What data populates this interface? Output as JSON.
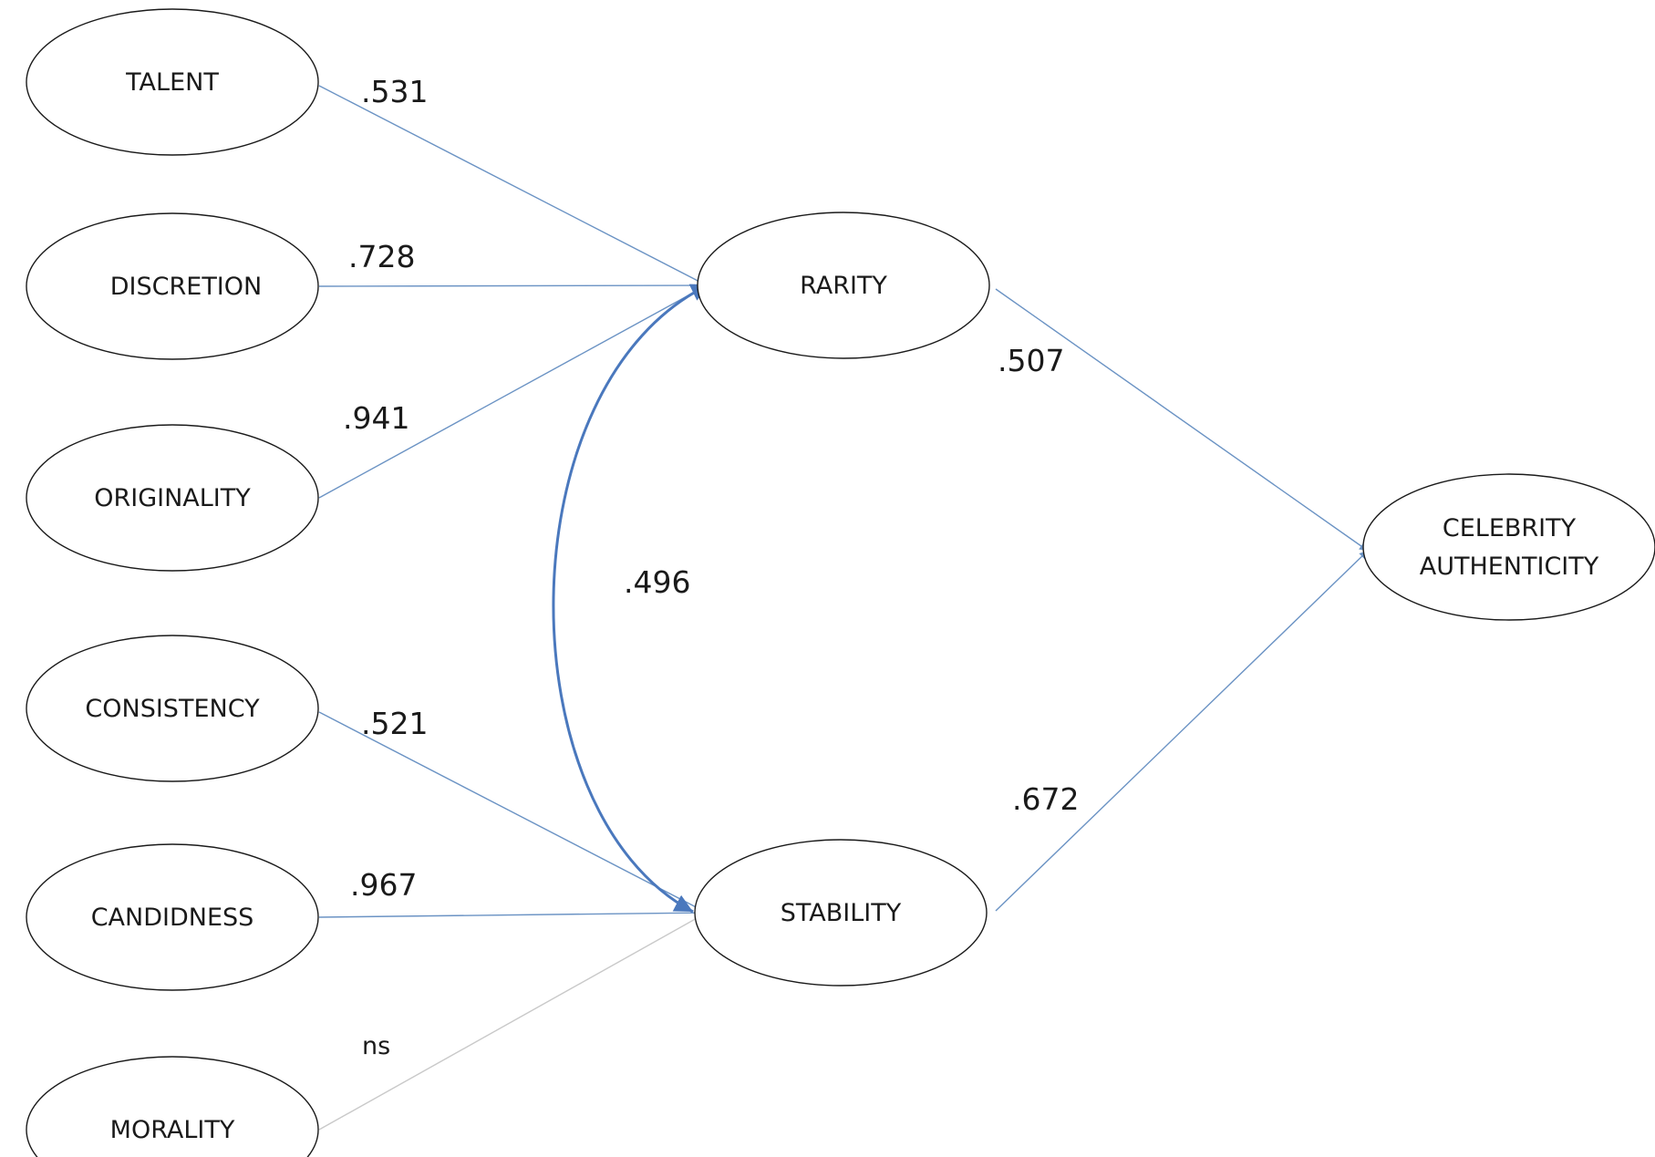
{
  "colors": {
    "path": "#6b93c4",
    "path_strong": "#4a78bd",
    "path_ns": "#c9c9c9",
    "label_ns": "#a6a6a6",
    "outline": "#1a1a1a"
  },
  "nodes": {
    "talent": {
      "lines": [
        "TALENT"
      ]
    },
    "discretion": {
      "lines": [
        "DISCRETION"
      ]
    },
    "originality": {
      "lines": [
        "ORIGINALITY"
      ]
    },
    "consistency": {
      "lines": [
        "CONSISTENCY"
      ]
    },
    "candidness": {
      "lines": [
        "CANDIDNESS"
      ]
    },
    "morality": {
      "lines": [
        "MORALITY"
      ]
    },
    "rarity": {
      "lines": [
        "RARITY"
      ]
    },
    "stability": {
      "lines": [
        "STABILITY"
      ]
    },
    "celebrity_authenticity": {
      "lines": [
        "CELEBRITY",
        "AUTHENTICITY"
      ]
    }
  },
  "edges": [
    {
      "id": "talent-rarity",
      "from": "talent",
      "to": "rarity",
      "label": ".531",
      "strength": "normal"
    },
    {
      "id": "discretion-rarity",
      "from": "discretion",
      "to": "rarity",
      "label": ".728",
      "strength": "normal"
    },
    {
      "id": "originality-rarity",
      "from": "originality",
      "to": "rarity",
      "label": ".941",
      "strength": "normal"
    },
    {
      "id": "consistency-stability",
      "from": "consistency",
      "to": "stability",
      "label": ".521",
      "strength": "normal"
    },
    {
      "id": "candidness-stability",
      "from": "candidness",
      "to": "stability",
      "label": ".967",
      "strength": "normal"
    },
    {
      "id": "morality-stability",
      "from": "morality",
      "to": "stability",
      "label": "ns",
      "strength": "ns"
    },
    {
      "id": "rarity-authenticity",
      "from": "rarity",
      "to": "celebrity_authenticity",
      "label": ".507",
      "strength": "normal"
    },
    {
      "id": "stability-authenticity",
      "from": "stability",
      "to": "celebrity_authenticity",
      "label": ".672",
      "strength": "normal"
    }
  ],
  "correlation": {
    "id": "rarity-stability",
    "between": [
      "rarity",
      "stability"
    ],
    "label": ".496"
  }
}
